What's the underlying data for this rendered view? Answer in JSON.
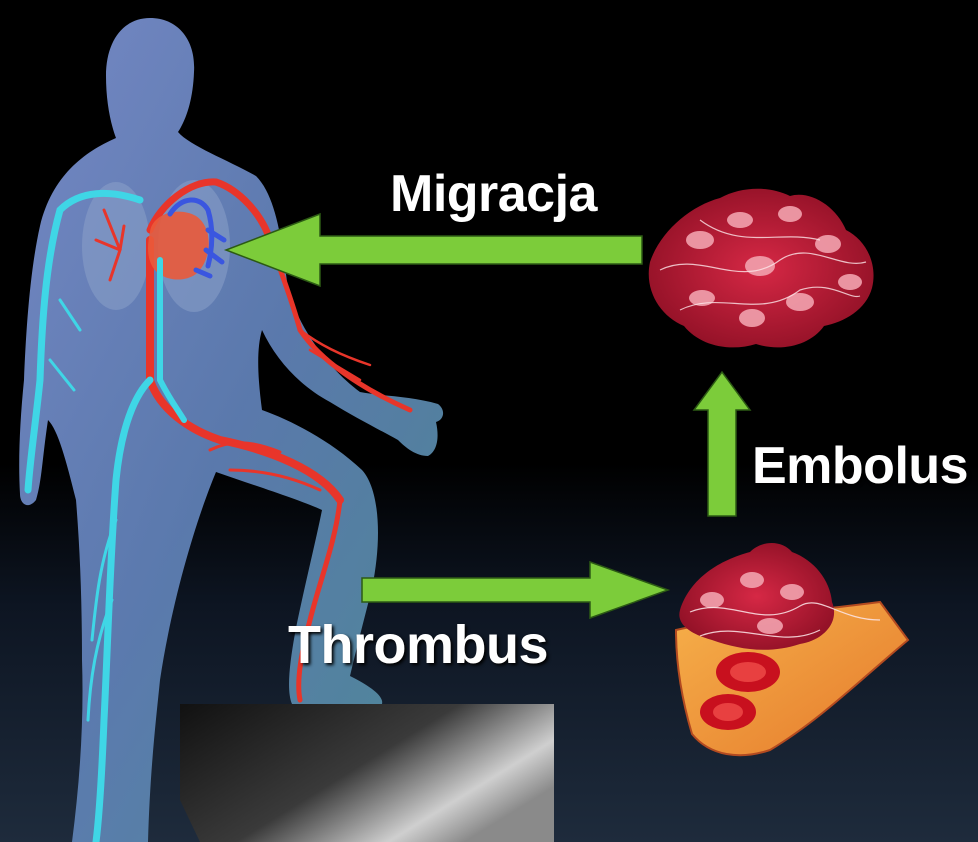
{
  "labels": {
    "migration": "Migracja",
    "embolus": "Embolus",
    "thrombus": "Thrombus"
  },
  "colors": {
    "arrow": "#7ccc3a",
    "vein": "#3fd6e6",
    "artery": "#e8352a",
    "body": "#6e86b8",
    "clot": "#c81e3c"
  }
}
